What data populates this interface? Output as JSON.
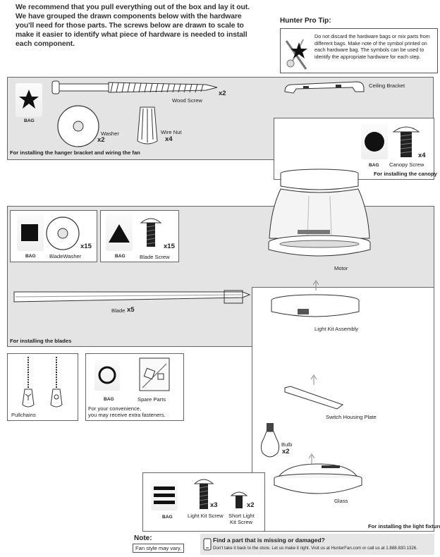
{
  "intro": "We recommend that you pull everything out of the box and lay it out. We have grouped the drawn components below with the hardware you'll need for those parts. The screws below are drawn to scale to make it easier to identify what piece of hardware is needed to install each component.",
  "tip": {
    "title": "Hunter Pro Tip:",
    "text": "Do not discard the hardware bags or mix parts from different bags. Make note of the symbol printed on each hardware bag. The symbols can be used to identify the appropriate hardware for each step."
  },
  "hanger": {
    "bag": "BAG",
    "wood_screw": "Wood Screw",
    "wood_screw_qty": "x2",
    "washer": "Washer",
    "washer_qty": "x2",
    "wire_nut": "Wire Nut",
    "wire_nut_qty": "x4",
    "caption": "For installing the hanger bracket and wiring the fan",
    "ceiling_bracket": "Ceiling Bracket"
  },
  "canopy": {
    "bag": "BAG",
    "screw": "Canopy Screw",
    "qty": "x4",
    "caption": "For installing the canopy"
  },
  "motor": "Motor",
  "blades": {
    "bag1": "BAG",
    "blade_washer": "BladeWasher",
    "blade_washer_qty": "x15",
    "bag2": "BAG",
    "blade_screw": "Blade Screw",
    "blade_screw_qty": "x15",
    "blade": "Blade",
    "blade_qty": "x5",
    "caption": "For installing the blades"
  },
  "pullchains": "Pullchains",
  "spare": {
    "bag": "BAG",
    "label": "Spare Parts",
    "note1": "For your convenience,",
    "note2": "you may receive extra fasteners."
  },
  "light": {
    "kit_assembly": "Light Kit Assembly",
    "switch_plate": "Switch Housing Plate",
    "bulb": "Bulb",
    "bulb_qty": "x2",
    "glass": "Glass",
    "caption": "For installing the light fixture",
    "bag": "BAG",
    "kit_screw": "Light Kit Screw",
    "kit_screw_qty": "x3",
    "short_screw_1": "Short Light",
    "short_screw_2": "Kit Screw",
    "short_screw_qty": "x2"
  },
  "note": {
    "title": "Note:",
    "text": "Fan style may vary."
  },
  "missing": {
    "title": "Find a part that is missing or damaged?",
    "text": "Don't take it back to the store. Let us make it right. Visit us at HunterFan.com or call us at 1.888.830.1326."
  }
}
